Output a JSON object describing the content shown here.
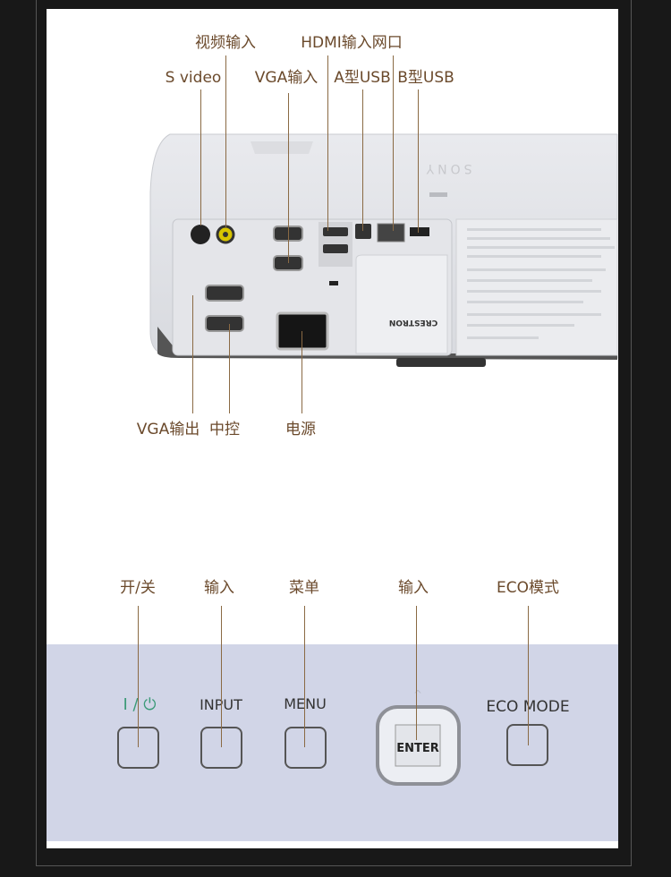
{
  "top_labels": {
    "composite_video": "视频输入",
    "hdmi_lan": "HDMI输入网口",
    "s_video": "S video",
    "vga_in": "VGA输入",
    "usb_a": "A型USB",
    "usb_b": "B型USB"
  },
  "bottom_labels": {
    "vga_out": "VGA输出",
    "control": "中控",
    "power": "电源"
  },
  "projector": {
    "brand": "SONY",
    "sticker": "CRESTRON"
  },
  "panel_labels": {
    "power_btn": "开/关",
    "input_btn": "输入",
    "menu_btn": "菜单",
    "enter_btn": "输入",
    "eco_btn": "ECO模式"
  },
  "panel_prints": {
    "power": "I / ⏻",
    "input": "INPUT",
    "menu": "MENU",
    "enter": "ENTER",
    "eco": "ECO MODE"
  },
  "colors": {
    "label": "#6b4a2c",
    "line": "#8a6a44",
    "panel": "#d1d5e7",
    "power_icon": "#3c9a78"
  }
}
